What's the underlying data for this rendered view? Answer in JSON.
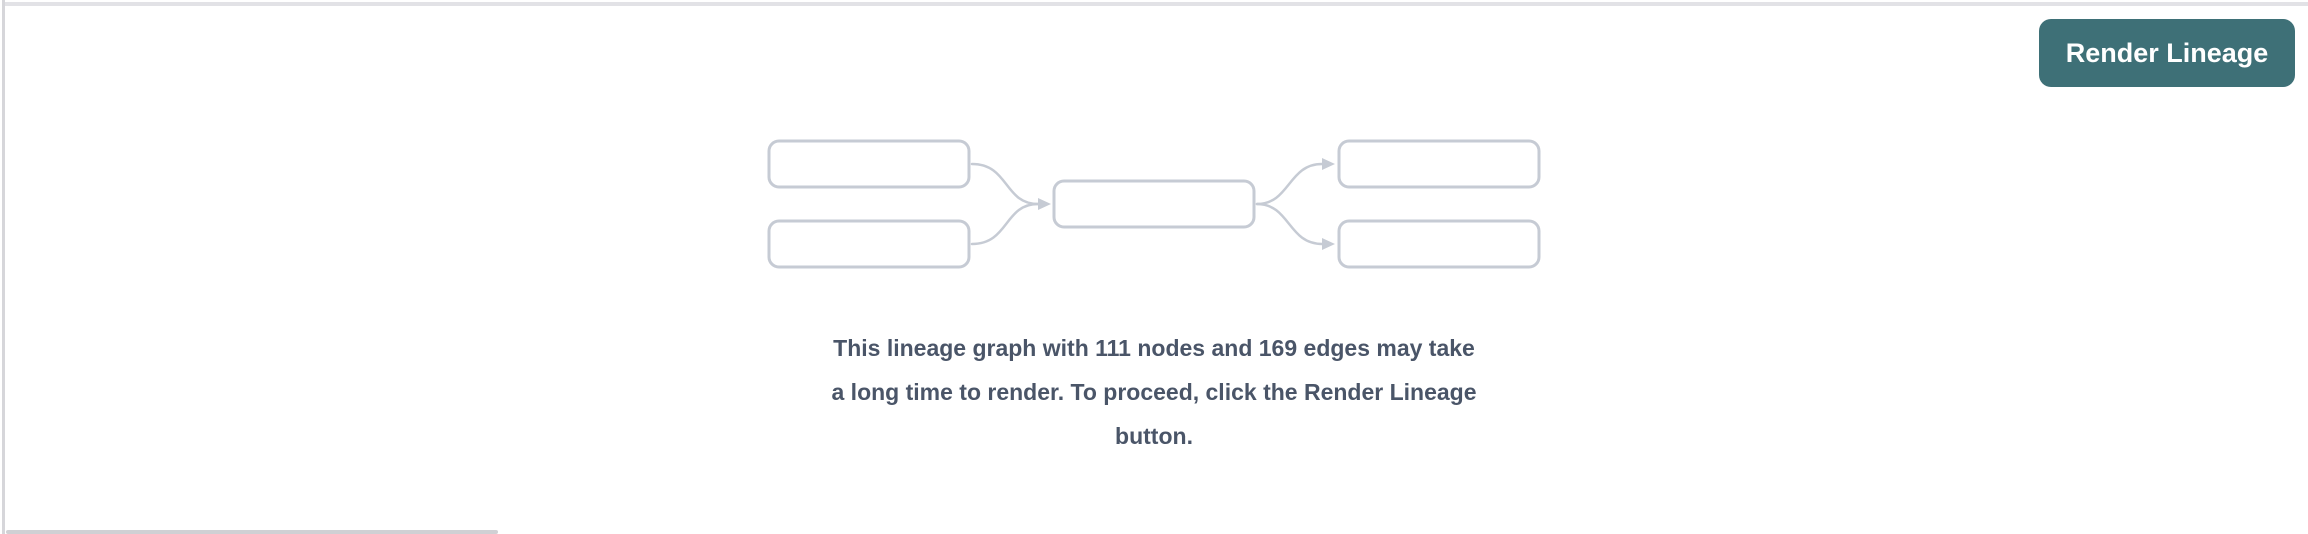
{
  "panel": {
    "background": "#ffffff",
    "top_border_color": "#e2e2e6",
    "left_border_color": "#d6d6da",
    "scrollbar_thumb_color": "#d0d0d4"
  },
  "toolbar": {
    "render_lineage_button": {
      "label": "Render Lineage",
      "background": "#3e7077",
      "text_color": "#ffffff"
    }
  },
  "empty_state": {
    "graphic": {
      "name": "lineage-graph-placeholder",
      "node_count_shown": 5,
      "box_border_color": "#c6cbd4",
      "arrow_color": "#c6cbd4",
      "box_fill": "#ffffff"
    },
    "message": {
      "lines": [
        "This lineage graph with 111 nodes and 169 edges may take",
        "a long time to render. To proceed, click the Render Lineage",
        "button."
      ],
      "node_count": 111,
      "edge_count": 169,
      "text_color": "#4a5568"
    }
  }
}
